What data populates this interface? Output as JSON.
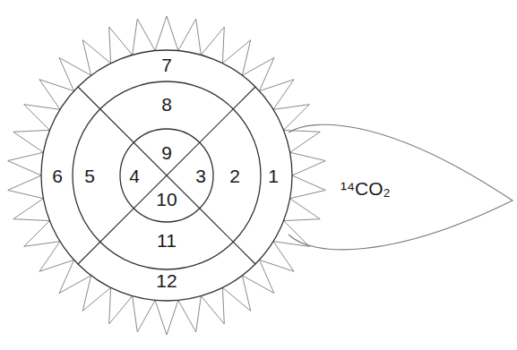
{
  "diagram": {
    "nodes": [
      {
        "text": [
          "¹⁴CO₂"
        ]
      }
    ],
    "labels": [
      "1",
      "2",
      "3",
      "4",
      "5",
      "6",
      "7",
      "8",
      "9",
      "10",
      "11",
      "12"
    ]
  }
}
